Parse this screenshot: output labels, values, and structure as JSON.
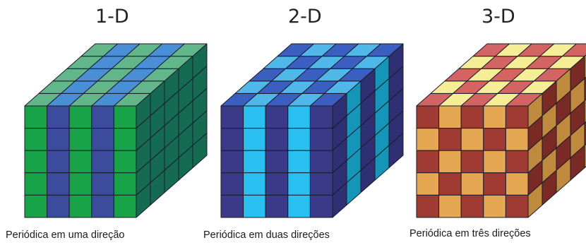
{
  "panels": [
    {
      "title": "1-D",
      "caption": "Periódica em uma direção",
      "colors": {
        "green": "#19a349",
        "blue": "#3b4c9e",
        "top_green": "#63b689",
        "top_blue": "#4a8fd6",
        "side": "#156b52"
      }
    },
    {
      "title": "2-D",
      "caption": "Periódica em duas direções",
      "colors": {
        "dark": "#3b3a88",
        "light": "#29bff0",
        "top_dark": "#3b5fc0",
        "top_light": "#4fb8e8",
        "side_dark": "#2f2f73",
        "side_light": "#1596b8"
      }
    },
    {
      "title": "3-D",
      "caption": "Periódica em três direções",
      "colors": {
        "brown": "#9f3b32",
        "tan": "#e6a753",
        "top_red": "#d46363",
        "top_yellow": "#f6ed97",
        "side_brown": "#7a2a24",
        "side_tan": "#c08a3e"
      }
    }
  ]
}
